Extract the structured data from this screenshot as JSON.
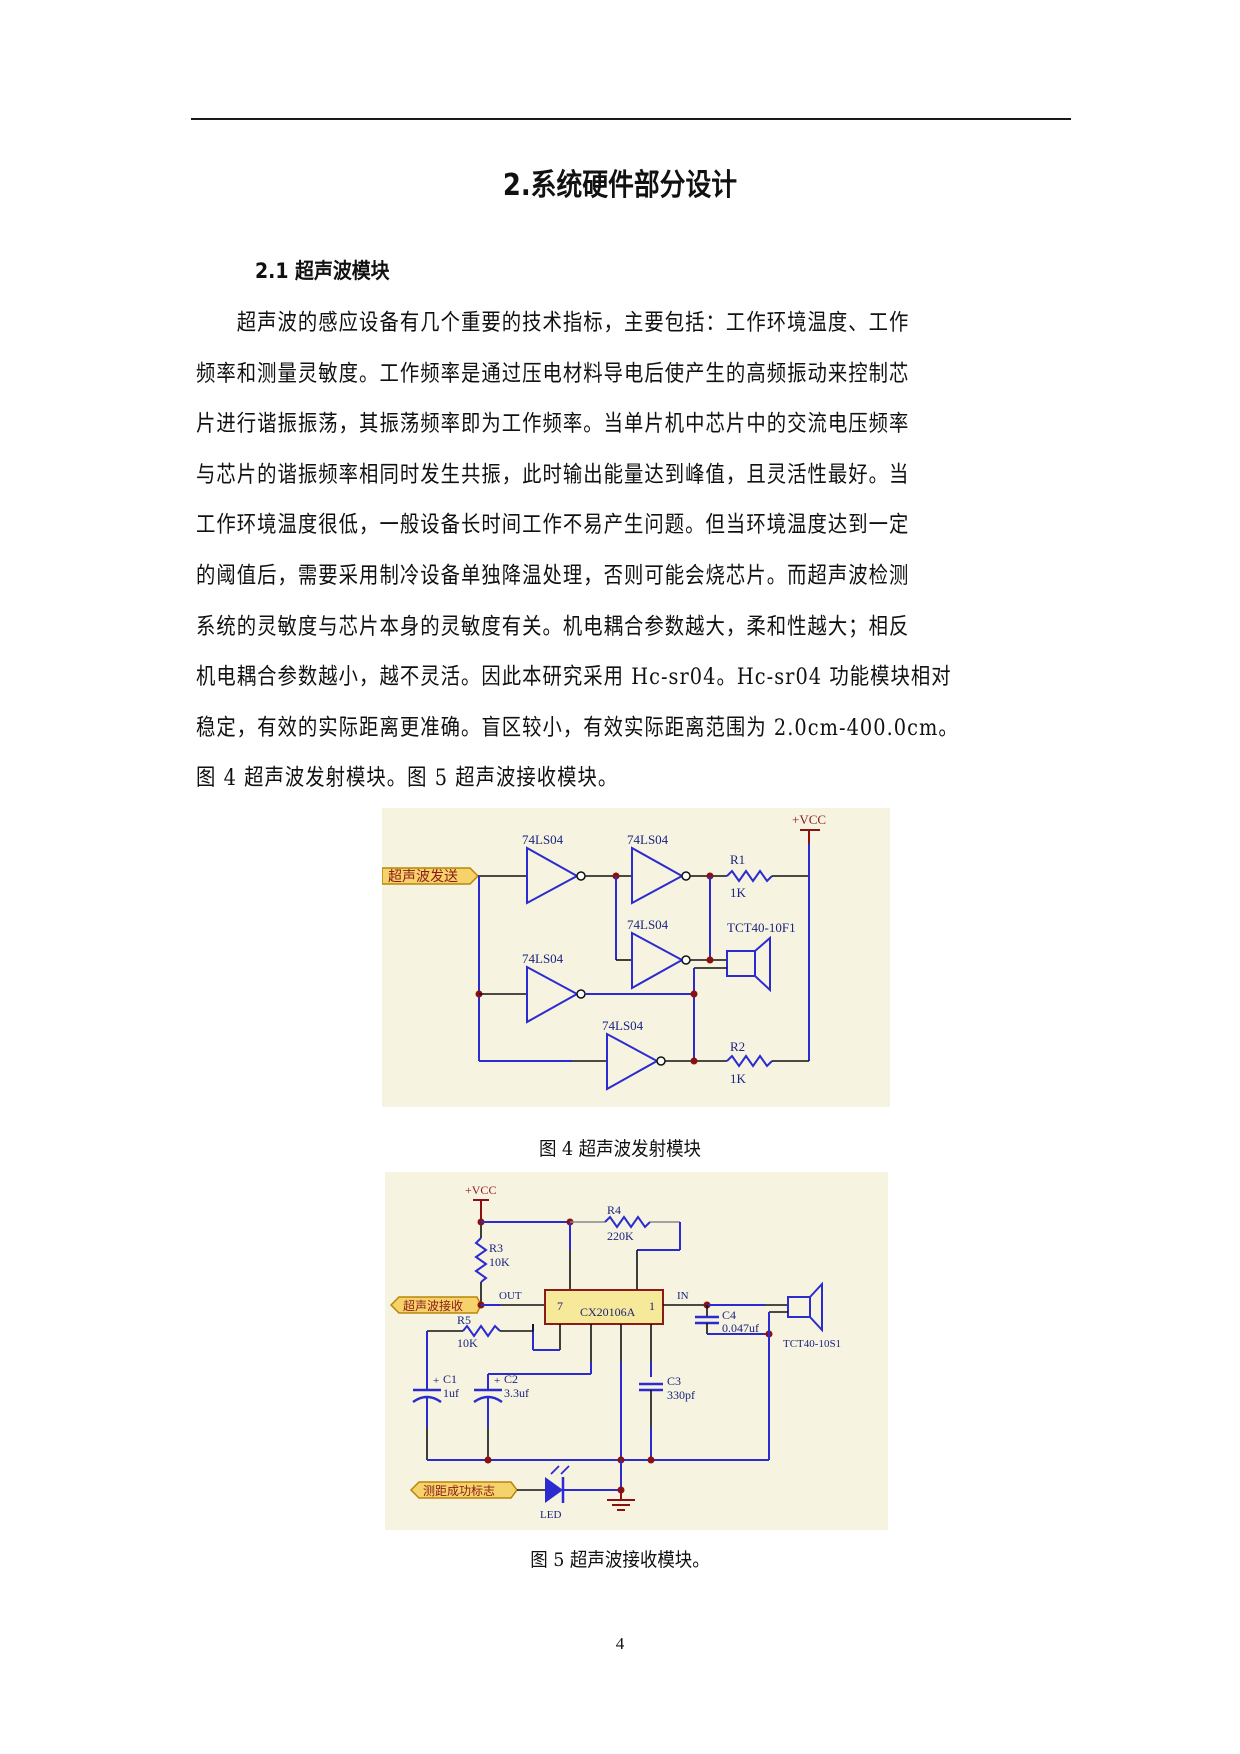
{
  "header": {
    "rule": true
  },
  "chapter": {
    "title": "2.系统硬件部分设计"
  },
  "section": {
    "title": "2.1 超声波模块"
  },
  "body": {
    "lines": [
      "　　超声波的感应设备有几个重要的技术指标，主要包括：工作环境温度、工作",
      "频率和测量灵敏度。工作频率是通过压电材料导电后使产生的高频振动来控制芯",
      "片进行谐振振荡，其振荡频率即为工作频率。当单片机中芯片中的交流电压频率",
      "与芯片的谐振频率相同时发生共振，此时输出能量达到峰值，且灵活性最好。当",
      "工作环境温度很低，一般设备长时间工作不易产生问题。但当环境温度达到一定",
      "的阈值后，需要采用制冷设备单独降温处理，否则可能会烧芯片。而超声波检测",
      "系统的灵敏度与芯片本身的灵敏度有关。机电耦合参数越大，柔和性越大；相反",
      "机电耦合参数越小，越不灵活。因此本研究采用 Hc-sr04。Hc-sr04 功能模块相对",
      "稳定，有效的实际距离更准确。盲区较小，有效实际距离范围为 2.0cm-400.0cm。",
      "图 4 超声波发射模块。图 5 超声波接收模块。"
    ]
  },
  "figure4": {
    "caption": "图 4  超声波发射模块",
    "input_label": "超声波发送",
    "vcc_label": "+VCC",
    "gate_label": "74LS04",
    "r1_name": "R1",
    "r1_value": "1K",
    "r2_name": "R2",
    "r2_value": "1K",
    "transducer_label": "TCT40-10F1"
  },
  "figure5": {
    "caption": "图 5 超声波接收模块。",
    "vcc_label": "+VCC",
    "output_label": "超声波接收",
    "flag_label": "测距成功标志",
    "out_pin_label": "OUT",
    "in_pin_label": "IN",
    "ic_label": "CX20106A",
    "ic_pin7": "7",
    "ic_pin1": "1",
    "r3_name": "R3",
    "r3_value": "10K",
    "r4_name": "R4",
    "r4_value": "220K",
    "r5_name": "R5",
    "r5_value": "10K",
    "c1_name": "C1",
    "c1_value": "1uf",
    "c2_name": "C2",
    "c2_value": "3.3uf",
    "c3_name": "C3",
    "c3_value": "330pf",
    "c4_name": "C4",
    "c4_value": "0.047uf",
    "led_label": "LED",
    "transducer_label": "TCT40-10S1"
  },
  "colors": {
    "wire_blue": "#2b2bd0",
    "wire_black": "#111111",
    "junction": "#8b1010",
    "figure_bg": "#f6f3e1",
    "label_fill": "#f5d36a"
  },
  "page": {
    "number": "4"
  }
}
